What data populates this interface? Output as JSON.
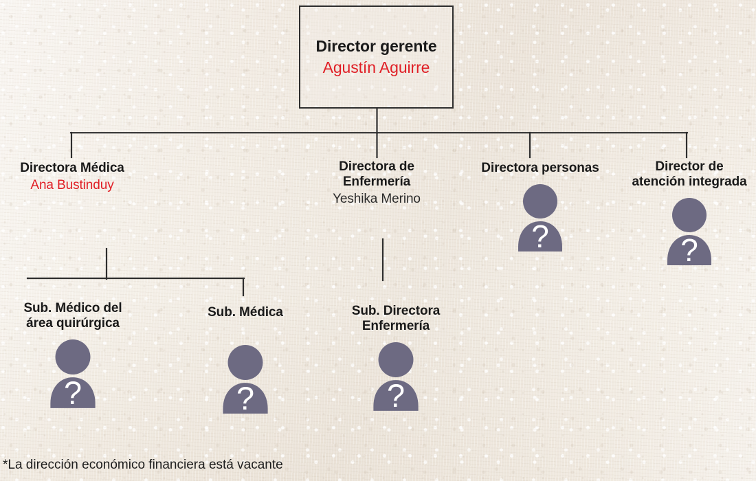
{
  "meta": {
    "colors": {
      "background": "#f1ebe2",
      "line": "#2e2e2e",
      "title_text": "#1a1a1a",
      "person_red": "#e01f26",
      "person_dark": "#2b2b2b",
      "avatar": "#6d6a82",
      "avatar_mark": "#ffffff"
    }
  },
  "chart_data": {
    "type": "diagram",
    "subtype": "org-chart",
    "orientation": "top-down",
    "levels": 3,
    "nodes": [
      {
        "id": "root",
        "level": 1,
        "title": "Director gerente",
        "person": "Agustín Aguirre",
        "person_color": "red",
        "boxed": true,
        "avatar": false,
        "parent": null
      },
      {
        "id": "medica",
        "level": 2,
        "title": "Directora Médica",
        "person": "Ana Bustinduy",
        "person_color": "red",
        "boxed": false,
        "avatar": false,
        "parent": "root"
      },
      {
        "id": "enferm",
        "level": 2,
        "title": "Directora de Enfermería",
        "person": "Yeshika Merino",
        "person_color": "dark",
        "boxed": false,
        "avatar": false,
        "parent": "root"
      },
      {
        "id": "personas",
        "level": 2,
        "title": "Directora personas",
        "person": "",
        "person_color": "",
        "boxed": false,
        "avatar": true,
        "parent": "root"
      },
      {
        "id": "integrada",
        "level": 2,
        "title": "Director de atención integrada",
        "person": "",
        "person_color": "",
        "boxed": false,
        "avatar": true,
        "parent": "root"
      },
      {
        "id": "sub-quir",
        "level": 3,
        "title": "Sub. Médico del área quirúrgica",
        "person": "",
        "person_color": "",
        "boxed": false,
        "avatar": true,
        "parent": "medica"
      },
      {
        "id": "sub-med",
        "level": 3,
        "title": "Sub. Médica",
        "person": "",
        "person_color": "",
        "boxed": false,
        "avatar": true,
        "parent": "medica"
      },
      {
        "id": "sub-enf",
        "level": 3,
        "title": "Sub. Directora Enfermería",
        "person": "",
        "person_color": "",
        "boxed": false,
        "avatar": true,
        "parent": "enferm"
      }
    ]
  },
  "root": {
    "title": "Director gerente",
    "person": "Agustín Aguirre"
  },
  "level2": {
    "medica": {
      "title_line1": "Directora Médica",
      "person": "Ana Bustinduy"
    },
    "enfermeria": {
      "title_line1": "Directora de",
      "title_line2": "Enfermería",
      "person": "Yeshika Merino"
    },
    "personas": {
      "title_line1": "Directora personas",
      "avatar_label": "unknown-person"
    },
    "integrada": {
      "title_line1": "Director de",
      "title_line2": "atención integrada",
      "avatar_label": "unknown-person"
    }
  },
  "level3": {
    "sub_quirurgica": {
      "title_line1": "Sub. Médico del",
      "title_line2": "área quirúrgica",
      "avatar_label": "unknown-person"
    },
    "sub_medica": {
      "title_line1": "Sub. Médica",
      "avatar_label": "unknown-person"
    },
    "sub_enfermeria": {
      "title_line1": "Sub. Directora",
      "title_line2": "Enfermería",
      "avatar_label": "unknown-person"
    }
  },
  "footnote": {
    "text": "*La dirección económico financiera está vacante"
  }
}
